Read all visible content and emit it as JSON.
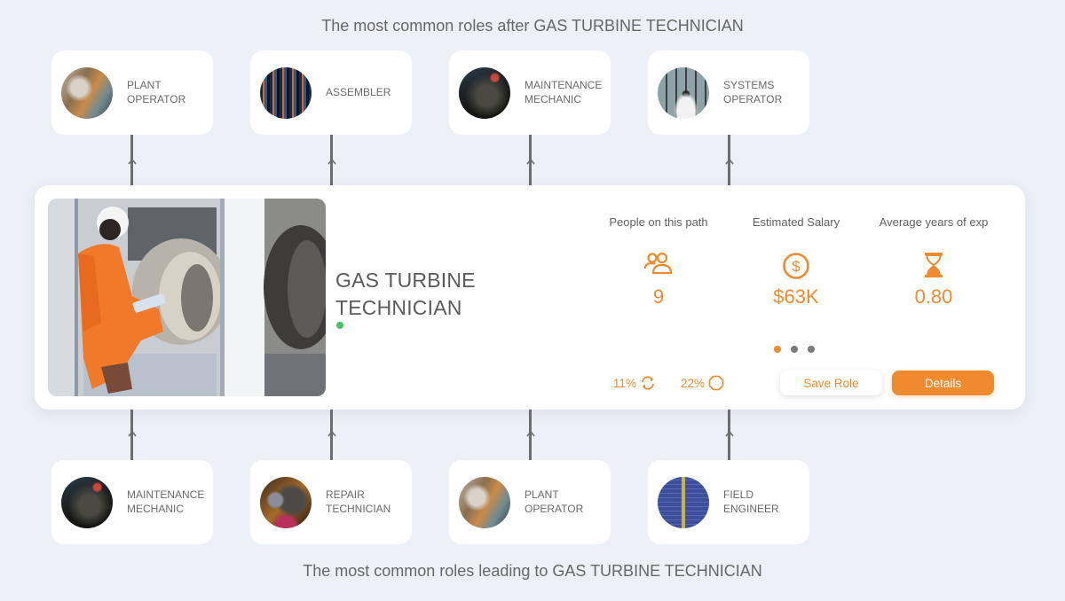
{
  "header": {
    "title_after": "The most common roles after GAS TURBINE TECHNICIAN",
    "title_before": "The most common roles leading to GAS TURBINE TECHNICIAN"
  },
  "roles_after": [
    {
      "label": "PLANT OPERATOR",
      "image": "industrial-plant-photo"
    },
    {
      "label": "ASSEMBLER",
      "image": "circuit-board-photo"
    },
    {
      "label": "MAINTENANCE MECHANIC",
      "image": "engine-repair-photo"
    },
    {
      "label": "SYSTEMS OPERATOR",
      "image": "control-room-photo"
    }
  ],
  "roles_before": [
    {
      "label": "MAINTENANCE MECHANIC",
      "image": "engine-repair-photo"
    },
    {
      "label": "REPAIR TECHNICIAN",
      "image": "hand-repair-photo"
    },
    {
      "label": "PLANT OPERATOR",
      "image": "industrial-plant-photo"
    },
    {
      "label": "FIELD ENGINEER",
      "image": "solar-panels-photo"
    }
  ],
  "current_role": {
    "title": "GAS TURBINE TECHNICIAN",
    "image": "technician-at-turbine-photo",
    "status_color": "#46c35f",
    "stats": [
      {
        "label": "People on this path",
        "icon": "people-icon",
        "value": "9"
      },
      {
        "label": "Estimated Salary",
        "icon": "dollar-circle-icon",
        "value": "$63K"
      },
      {
        "label": "Average years of exp",
        "icon": "hourglass-icon",
        "value": "0.80"
      }
    ],
    "carousel": {
      "count": 3,
      "active": 0
    },
    "metrics": [
      {
        "value": "11%",
        "icon": "refresh-icon"
      },
      {
        "value": "22%",
        "icon": "octagon-icon"
      }
    ],
    "buttons": {
      "save": "Save Role",
      "details": "Details"
    }
  },
  "colors": {
    "accent": "#f08a2e",
    "background": "#edf0f7",
    "connector": "#6e6e6e",
    "status_green": "#46c35f"
  }
}
